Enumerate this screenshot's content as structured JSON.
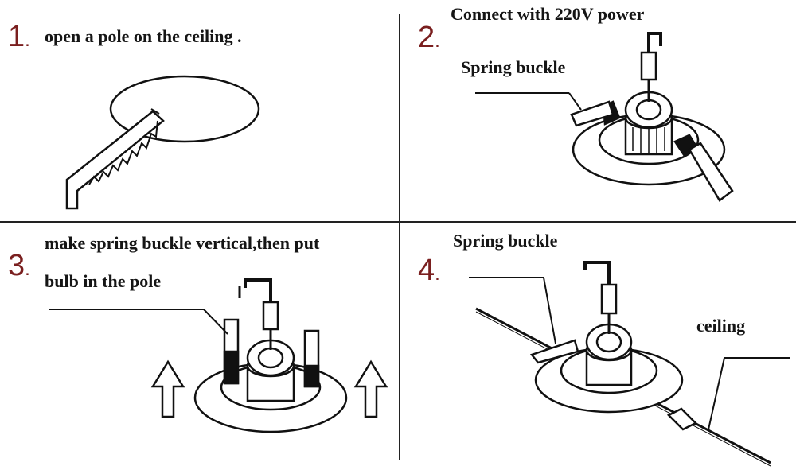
{
  "steps": [
    {
      "number": "1",
      "text": "open a pole on the ceiling ."
    },
    {
      "number": "2",
      "text": "Connect with 220V power",
      "label": "Spring buckle"
    },
    {
      "number": "3",
      "text_line1": "make spring buckle vertical,then put",
      "text_line2": "bulb in the pole"
    },
    {
      "number": "4",
      "label": "Spring buckle",
      "label2": "ceiling"
    }
  ],
  "colors": {
    "number": "#7a1f1f",
    "line": "#111111"
  }
}
